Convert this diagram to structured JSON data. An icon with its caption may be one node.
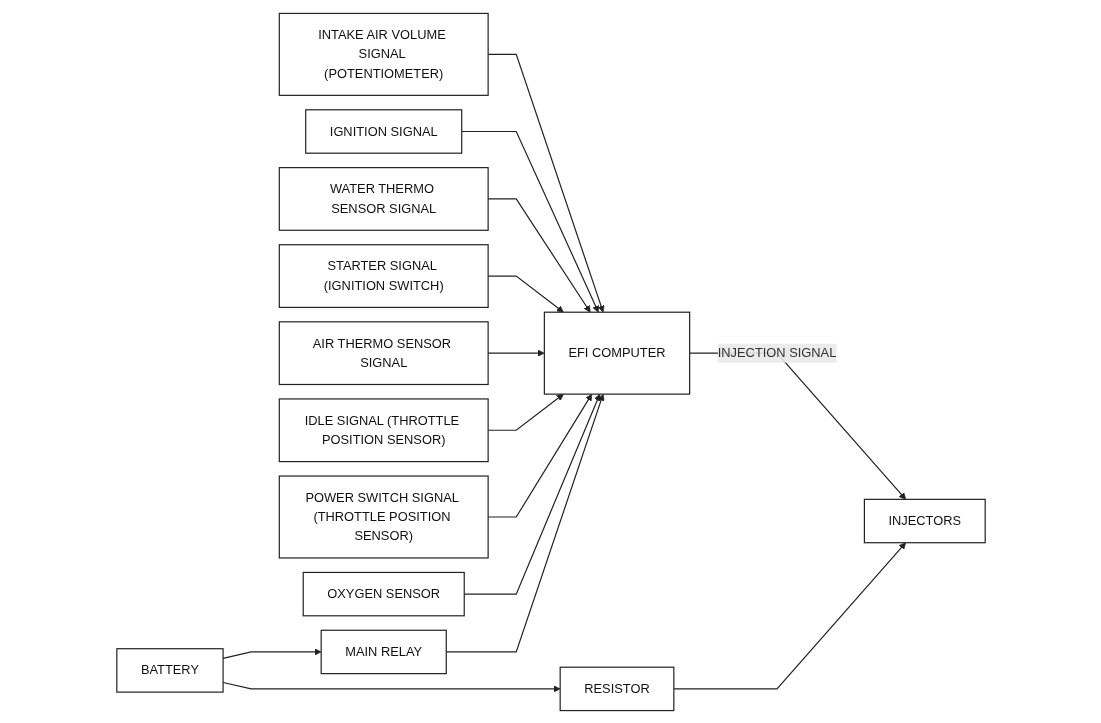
{
  "diagram": {
    "nodes": [
      {
        "text": [
          "INTAKE AIR VOLUME SIGNAL (POTENTIOMETER)"
        ]
      },
      {
        "text": [
          "IGNITION SIGNAL"
        ]
      },
      {
        "text": [
          "WATER THERMO SENSOR SIGNAL"
        ]
      },
      {
        "text": [
          "STARTER SIGNAL (IGNITION SWITCH)"
        ]
      },
      {
        "text": [
          "AIR THERMO SENSOR SIGNAL"
        ]
      },
      {
        "text": [
          "IDLE SIGNAL (THROTTLE POSITION SENSOR)"
        ]
      },
      {
        "text": [
          "POWER SWITCH SIGNAL (THROTTLE POSITION SENSOR)"
        ]
      },
      {
        "text": [
          "EFI COMPUTER"
        ]
      },
      {
        "text": [
          "INJECTORS"
        ]
      },
      {
        "text": [
          "OXYGEN SENSOR"
        ]
      },
      {
        "text": [
          "BATTERY"
        ]
      },
      {
        "text": [
          "MAIN RELAY"
        ]
      },
      {
        "text": [
          "RESISTOR"
        ]
      }
    ],
    "edges": [
      {
        "from": 0,
        "to": 7,
        "arrow": "to"
      },
      {
        "from": 1,
        "to": 7,
        "arrow": "to"
      },
      {
        "from": 2,
        "to": 7,
        "arrow": "to"
      },
      {
        "from": 3,
        "to": 7,
        "arrow": "to"
      },
      {
        "from": 4,
        "to": 7,
        "arrow": "to"
      },
      {
        "from": 5,
        "to": 7,
        "arrow": "to"
      },
      {
        "from": 6,
        "to": 7,
        "arrow": "to"
      },
      {
        "from": 7,
        "to": 8,
        "arrow": "to",
        "label": "INJECTION SIGNAL"
      },
      {
        "from": 9,
        "to": 7,
        "arrow": "to"
      },
      {
        "from": 10,
        "to": 11,
        "arrow": "to"
      },
      {
        "from": 11,
        "to": 7,
        "arrow": "to"
      },
      {
        "from": 10,
        "to": 12,
        "arrow": "to"
      },
      {
        "from": 12,
        "to": 8,
        "arrow": "to"
      }
    ]
  }
}
